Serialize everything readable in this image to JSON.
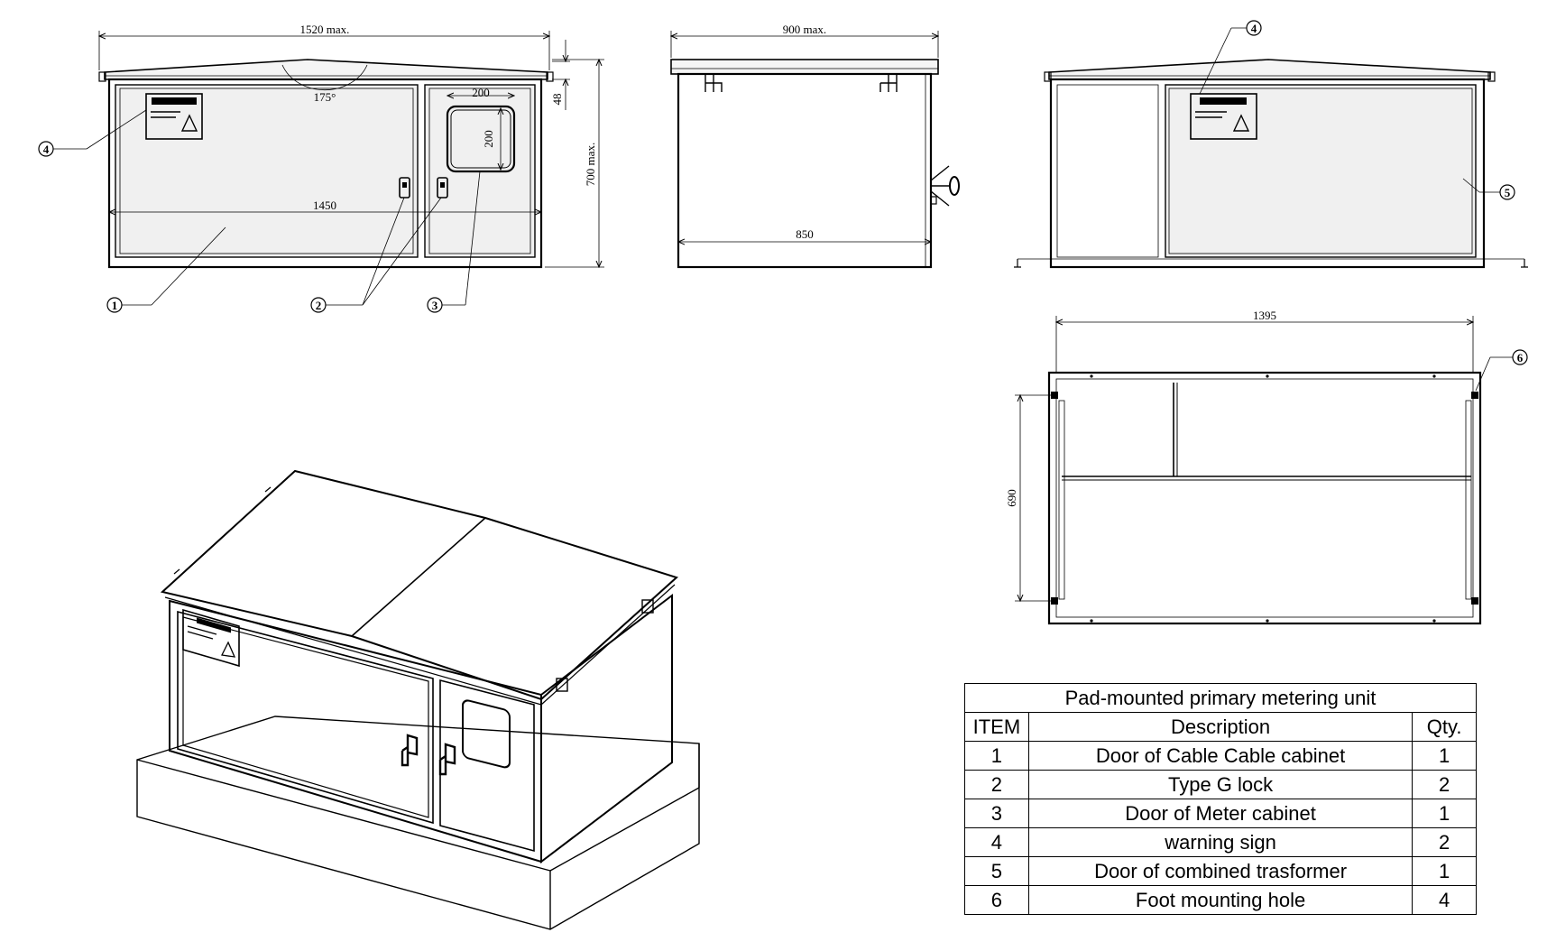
{
  "front_view": {
    "dim_width": "1520 max.",
    "dim_inner": "1450",
    "dim_window_w": "200",
    "dim_window_h": "200",
    "dim_roof": "48",
    "dim_height": "700 max.",
    "angle": "175°"
  },
  "side_view": {
    "dim_width": "900 max.",
    "dim_inner": "850"
  },
  "top_view": {
    "dim_width": "1395",
    "dim_depth": "690"
  },
  "callouts": [
    "1",
    "2",
    "3",
    "4",
    "5",
    "6"
  ],
  "table": {
    "title": "Pad-mounted primary metering unit",
    "headers": [
      "ITEM",
      "Description",
      "Qty."
    ],
    "rows": [
      [
        "1",
        "Door of Cable Cable cabinet",
        "1"
      ],
      [
        "2",
        "Type G lock",
        "2"
      ],
      [
        "3",
        "Door of Meter cabinet",
        "1"
      ],
      [
        "4",
        "warning sign",
        "2"
      ],
      [
        "5",
        "Door of combined trasformer",
        "1"
      ],
      [
        "6",
        "Foot mounting hole",
        "4"
      ]
    ]
  }
}
